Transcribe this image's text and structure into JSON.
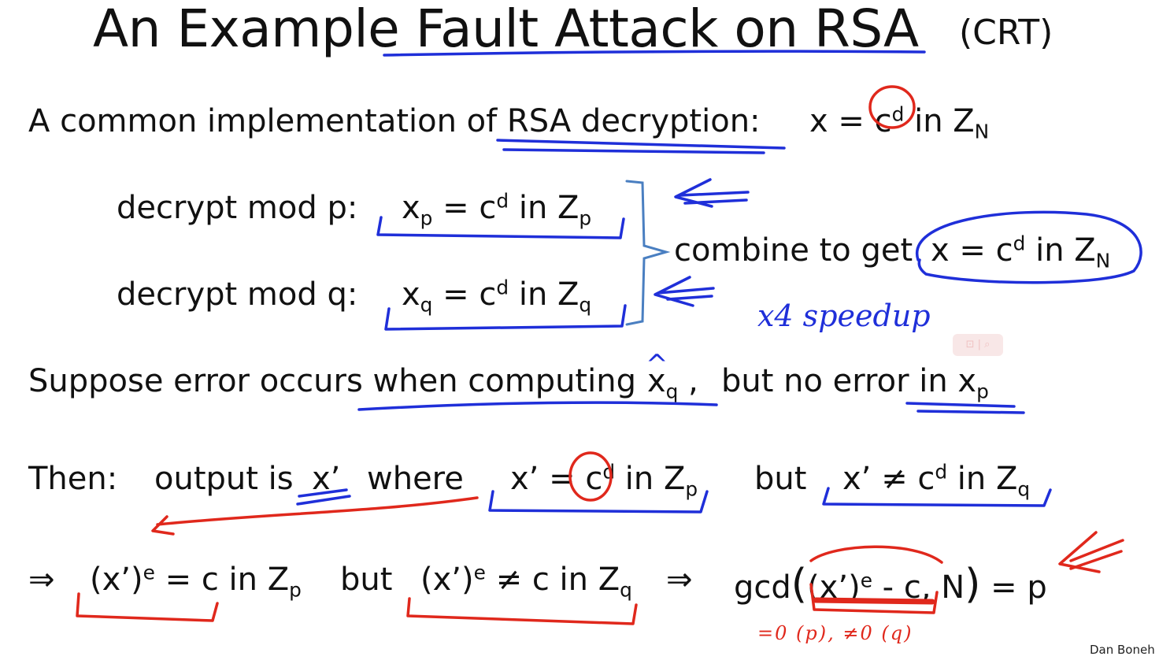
{
  "slide": {
    "title": "An Example Fault Attack on RSA",
    "title_suffix": "(CRT)",
    "line1": {
      "label": "A common implementation of RSA decryption:",
      "formula": {
        "x": "x = c",
        "exp": "d",
        "in": " in Z",
        "sub": "N"
      }
    },
    "line2": {
      "label": "decrypt mod p:",
      "formula": {
        "x": "x",
        "sub1": "p",
        "eq": " = c",
        "exp": "d",
        "in": "  in Z",
        "sub2": "p"
      }
    },
    "line3": {
      "label": "decrypt mod q:",
      "formula": {
        "x": "x",
        "sub1": "q",
        "eq": " = c",
        "exp": "d",
        "in": "  in Z",
        "sub2": "q"
      }
    },
    "combine": {
      "label": "combine to get",
      "formula": {
        "x": "x = c",
        "exp": "d",
        "in": "  in Z",
        "sub": "N"
      }
    },
    "line4": {
      "text": "Suppose error occurs when computing",
      "x": "x",
      "sub": "q",
      "comma": " ,",
      "rest": "but no error in x",
      "rest_sub": "p"
    },
    "line5": {
      "then": "Then:",
      "output": "output is",
      "xprime": "x’",
      "where": "where",
      "f1": {
        "a": "x’ = c",
        "exp": "d",
        "in": " in Z",
        "sub": "p"
      },
      "but": "but",
      "f2": {
        "a": "x’ ≠ c",
        "exp": "d",
        "in": " in Z",
        "sub": "q"
      }
    },
    "line6": {
      "arrow1": "⇒",
      "f1": {
        "a": "(x’)",
        "exp": "e",
        "b": " = c  in Z",
        "sub": "p"
      },
      "but": "but",
      "f2": {
        "a": "(x’)",
        "exp": "e",
        "b": " ≠ c  in Z",
        "sub": "q"
      },
      "arrow2": "⇒",
      "gcd": {
        "a": "gcd",
        "paren_open": "(",
        "b": "(x’)",
        "exp": "e",
        "c": " - c",
        "d": ", N",
        "paren_close": ")",
        "e": " = p"
      }
    },
    "annotations": {
      "speedup": "x4  speedup",
      "mod_note": "=0 (p),   ≠0 (q)"
    },
    "author": "Dan Boneh"
  },
  "colors": {
    "ink_blue": "#1f2fd9",
    "ink_red": "#e0281c",
    "brace": "#4a7fc1",
    "text": "#111111",
    "background": "#ffffff"
  }
}
